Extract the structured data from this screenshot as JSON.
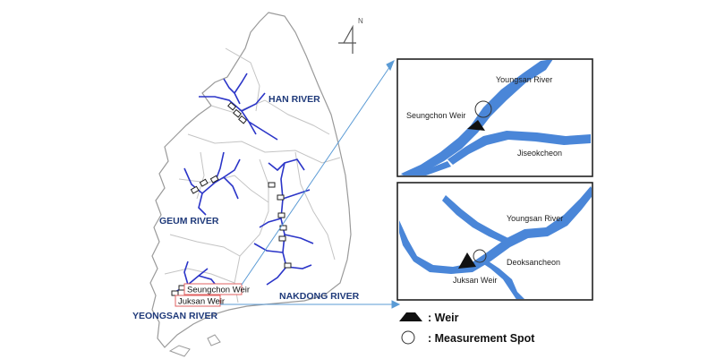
{
  "map": {
    "river_labels": {
      "han": "HAN RIVER",
      "geum": "GEUM RIVER",
      "nakdong": "NAKDONG RIVER",
      "yeongsan": "YEONGSAN RIVER"
    },
    "weir_labels": {
      "seungchon": "Seungchon Weir",
      "juksan": "Juksan Weir"
    },
    "north_arrow": "N"
  },
  "inset_top": {
    "river_name": "Youngsan  River",
    "weir_name": "Seungchon Weir",
    "stream_name": "Jiseokcheon"
  },
  "inset_bottom": {
    "river_name": "Youngsan  River",
    "weir_name": "Juksan Weir",
    "stream_name": "Deoksancheon"
  },
  "legend": {
    "weir": ": Weir",
    "spot": ": Measurement Spot"
  },
  "colors": {
    "river_line": "#2b35c8",
    "inset_river": "#4a86d8",
    "border": "#bdbdbd",
    "callout": "#5b9bd5",
    "label_box": "#e06060"
  }
}
